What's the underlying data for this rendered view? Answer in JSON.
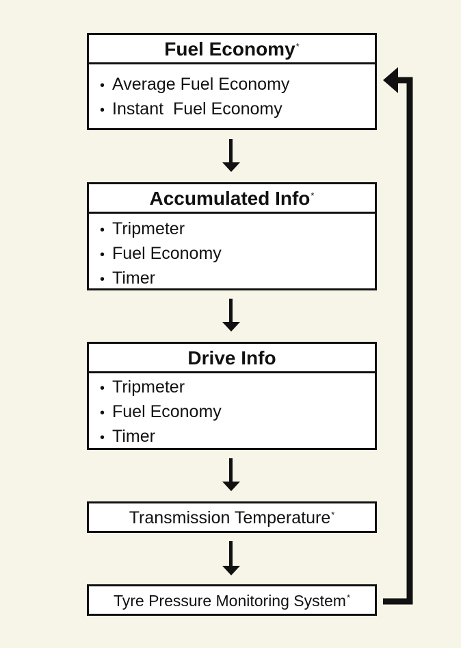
{
  "boxes": {
    "fuel_economy": {
      "title": "Fuel Economy",
      "asterisk": "*",
      "items": [
        "Average Fuel Economy",
        "Instant  Fuel Economy"
      ]
    },
    "accumulated_info": {
      "title": "Accumulated Info",
      "asterisk": "*",
      "items": [
        "Tripmeter",
        "Fuel Economy",
        "Timer"
      ]
    },
    "drive_info": {
      "title": "Drive Info",
      "items": [
        "Tripmeter",
        "Fuel Economy",
        "Timer"
      ]
    },
    "transmission_temperature": {
      "title": "Transmission Temperature",
      "asterisk": "*"
    },
    "tyre_pressure": {
      "title": "Tyre Pressure Monitoring System",
      "asterisk": "*"
    }
  },
  "bullet_char": "•",
  "colors": {
    "background": "#f7f4e8",
    "box_fill": "#ffffff",
    "line": "#111111"
  }
}
